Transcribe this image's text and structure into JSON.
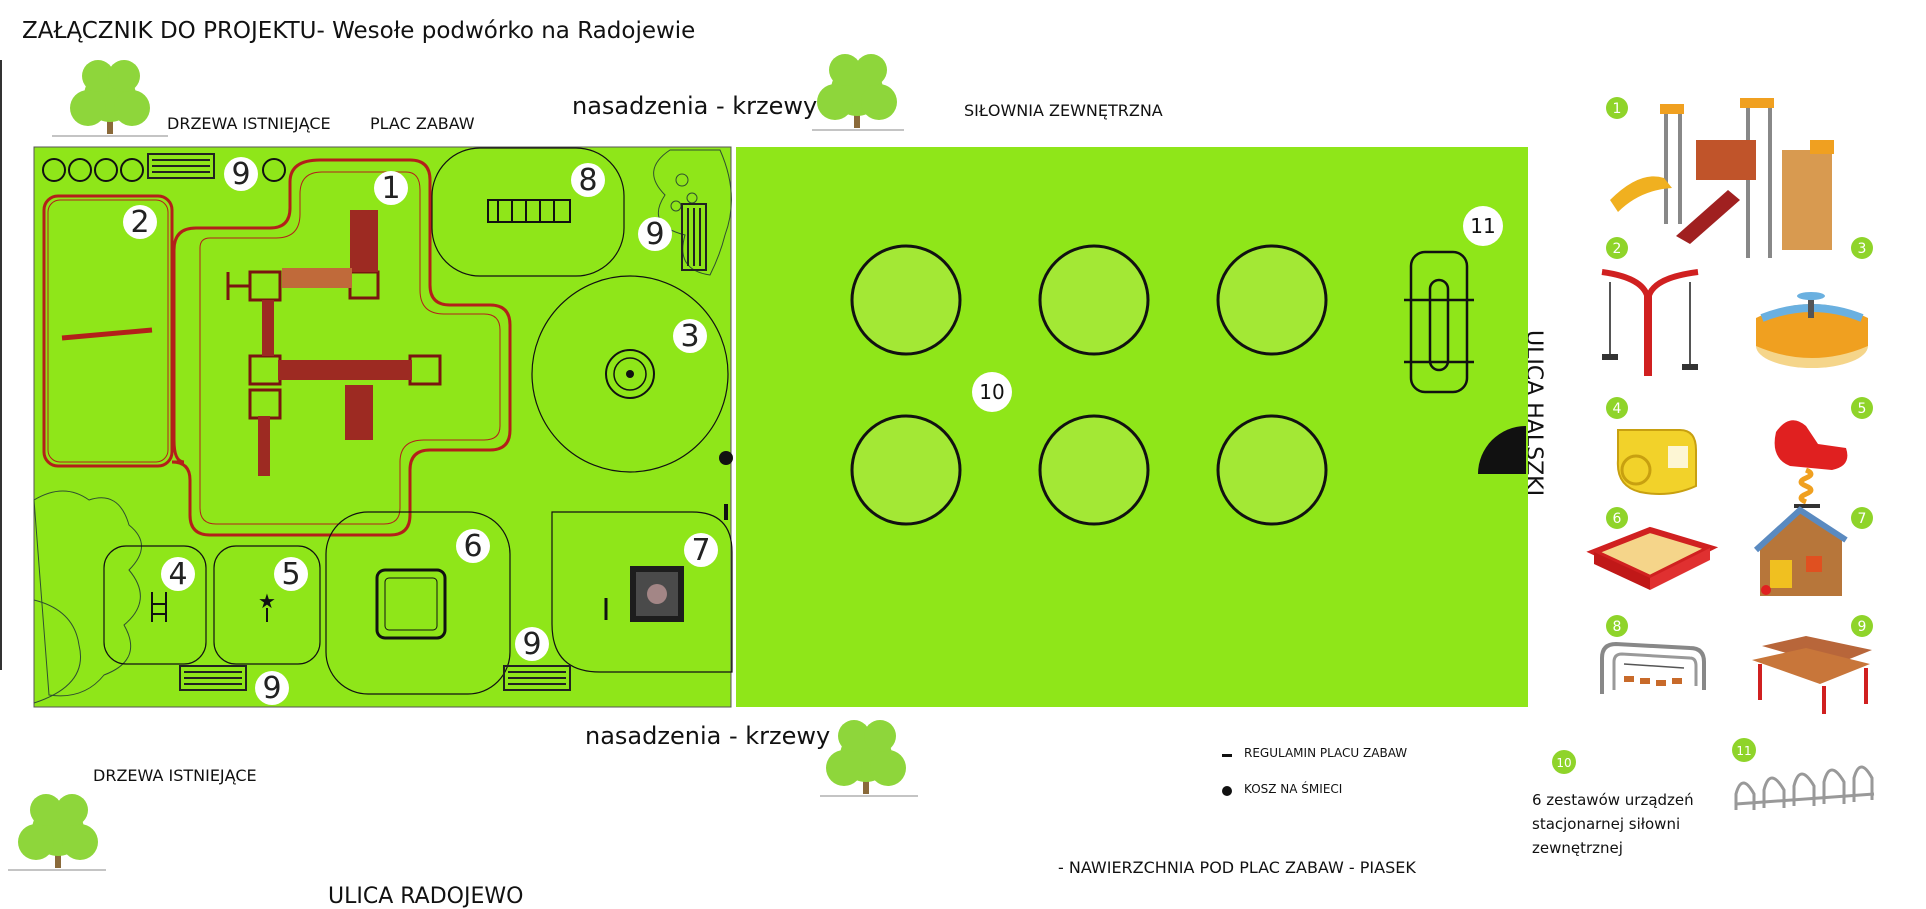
{
  "title": "ZAŁĄCZNIK DO PROJEKTU-  Wesołe podwórko na Radojewie",
  "labels": {
    "drzewa_top": "DRZEWA ISTNIEJĄCE",
    "plac_zabaw": "PLAC ZABAW",
    "krzewy_top": "nasadzenia - krzewy",
    "silownia": "SIŁOWNIA ZEWNĘTRZNA",
    "ulica_halszki": "ULICA HALSZKI",
    "krzewy_bottom": "nasadzenia - krzewy",
    "drzewa_bottom": "DRZEWA ISTNIEJĄCE",
    "ulica_radojewo": "ULICA RADOJEWO",
    "nawierzchnia": "- NAWIERZCHNIA POD PLAC ZABAW - PIASEK",
    "regulamin": "REGULAMIN PLACU ZABAW",
    "kosz": "KOSZ NA ŚMIECI"
  },
  "map_numbers": {
    "n1": "1",
    "n2": "2",
    "n3": "3",
    "n4": "4",
    "n5": "5",
    "n6": "6",
    "n7": "7",
    "n8": "8",
    "n9a": "9",
    "n9b": "9",
    "n9c": "9",
    "n9d": "9",
    "n10": "10",
    "n11": "11"
  },
  "legend": {
    "i1": "1",
    "i2": "2",
    "i3": "3",
    "i4": "4",
    "i5": "5",
    "i6": "6",
    "i7": "7",
    "i8": "8",
    "i9": "9",
    "i10": "10",
    "i11": "11",
    "desc10": "6 zestawów urządzeń stacjonarnej siłowni zewnętrznej"
  },
  "colors": {
    "lawn": "#8fe619",
    "equipment_red": "#b3201a",
    "legend_circle": "#8fd42a",
    "gym_circle": "#a3e835"
  }
}
